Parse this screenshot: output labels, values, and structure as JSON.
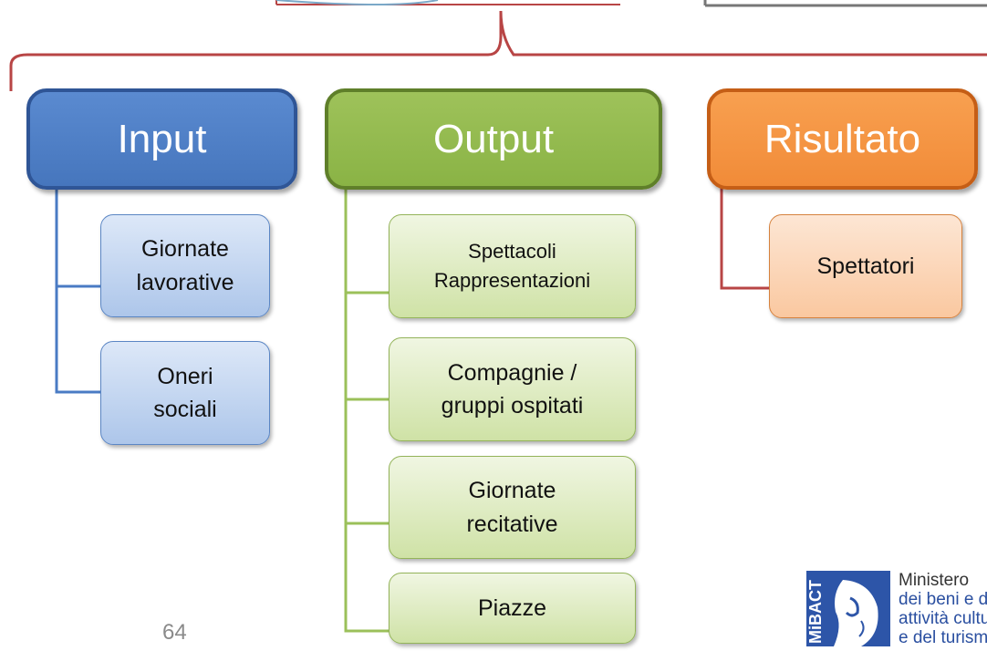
{
  "categories": [
    {
      "title": "Input",
      "items": [
        {
          "lines": [
            "Giornate",
            "lavorative"
          ]
        },
        {
          "lines": [
            "Oneri",
            "sociali"
          ]
        }
      ]
    },
    {
      "title": "Output",
      "items": [
        {
          "lines": [
            "Spettacoli",
            "Rappresentazioni"
          ]
        },
        {
          "lines": [
            "Compagnie /",
            "gruppi ospitati"
          ]
        },
        {
          "lines": [
            "Giornate",
            "recitative"
          ]
        },
        {
          "lines": [
            "Piazze"
          ]
        }
      ]
    },
    {
      "title": "Risultato",
      "items": [
        {
          "lines": [
            "Spettatori"
          ]
        }
      ]
    }
  ],
  "page_number": "64",
  "logo": {
    "emblem_text": "MiBACT",
    "text_lines": [
      "Ministero",
      "dei beni e d",
      "attività cultu",
      "e del turism"
    ]
  },
  "colors": {
    "input": "#4a7bc4",
    "output": "#93b94f",
    "result": "#f39244",
    "brace": "#b84545"
  }
}
